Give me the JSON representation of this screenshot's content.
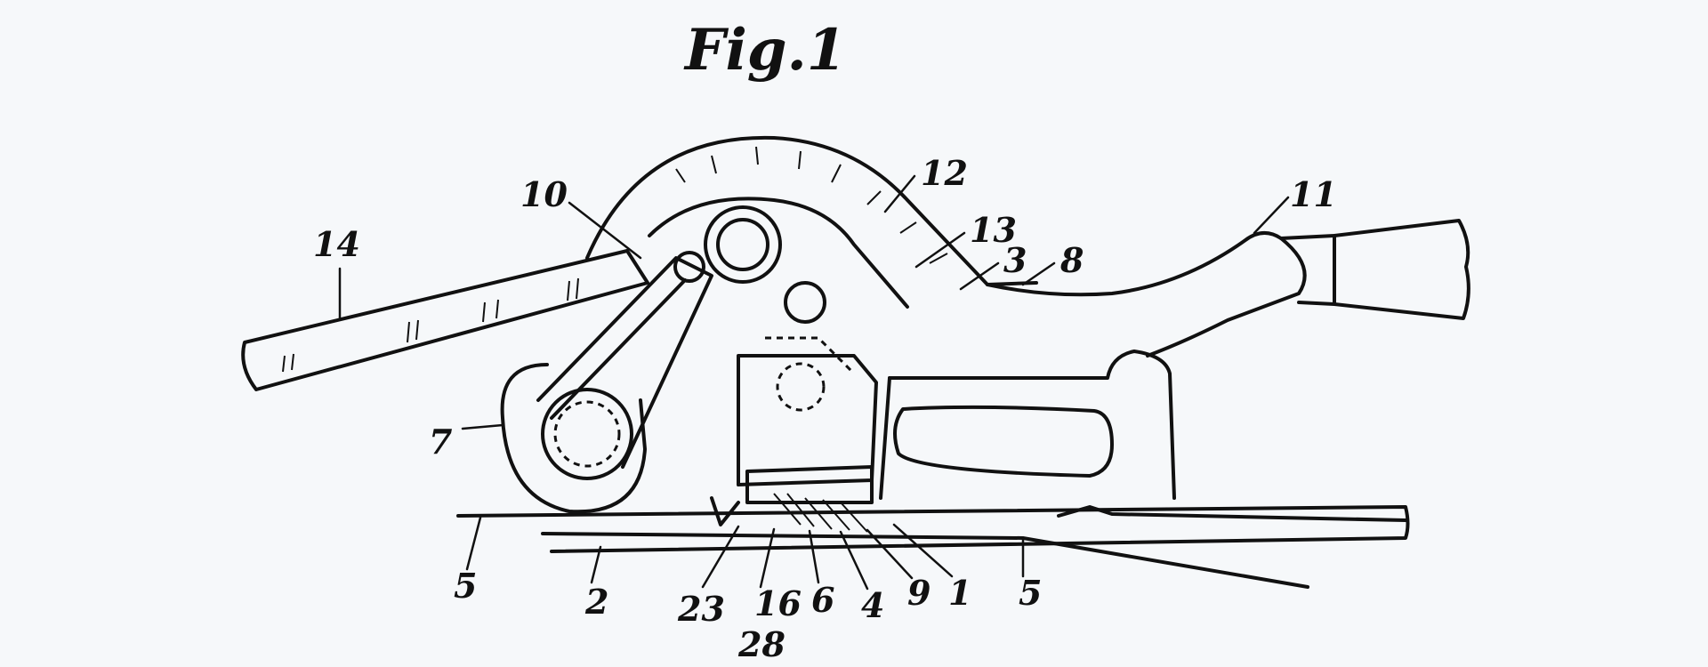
{
  "figure": {
    "title": "Fig.1",
    "refs": {
      "r14": "14",
      "r10": "10",
      "r12": "12",
      "r13": "13",
      "r3": "3",
      "r8": "8",
      "r11": "11",
      "r7": "7",
      "r5a": "5",
      "r2": "2",
      "r23": "23",
      "r16": "16",
      "r28": "28",
      "r6": "6",
      "r4": "4",
      "r9": "9",
      "r1": "1",
      "r5b": "5"
    }
  }
}
